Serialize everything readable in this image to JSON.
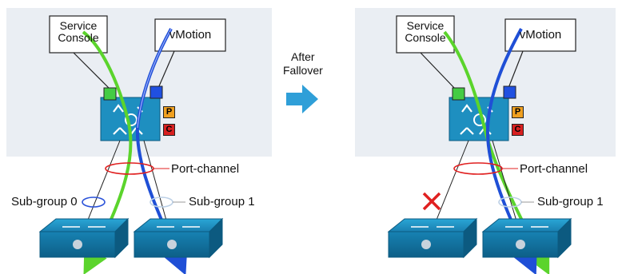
{
  "left_panel": {
    "service_console_label": "Service\nConsole",
    "vmotion_label": "vMotion",
    "badge_p": "P",
    "badge_c": "C",
    "port_channel_label": "Port-channel",
    "subgroup0_label": "Sub-group 0",
    "subgroup1_label": "Sub-group 1"
  },
  "middle": {
    "after_label": "After",
    "fallover_label": "Fallover"
  },
  "right_panel": {
    "service_console_label": "Service\nConsole",
    "vmotion_label": "vMotion",
    "badge_p": "P",
    "badge_c": "C",
    "port_channel_label": "Port-channel",
    "subgroup1_label": "Sub-group 1"
  },
  "colors": {
    "panel_bg": "#eaeef3",
    "switch_blue": "#1e8fc0",
    "green_path": "#5bd42c",
    "blue_path": "#1f4fd6",
    "port_channel_red": "#e02020",
    "subgroup0_blue": "#2a52d9",
    "subgroup1_light": "#bcd0e6",
    "arrow_blue": "#2f9fd8",
    "badge_p": "#f0a020",
    "badge_c": "#d82020",
    "fail_x": "#e02020"
  }
}
